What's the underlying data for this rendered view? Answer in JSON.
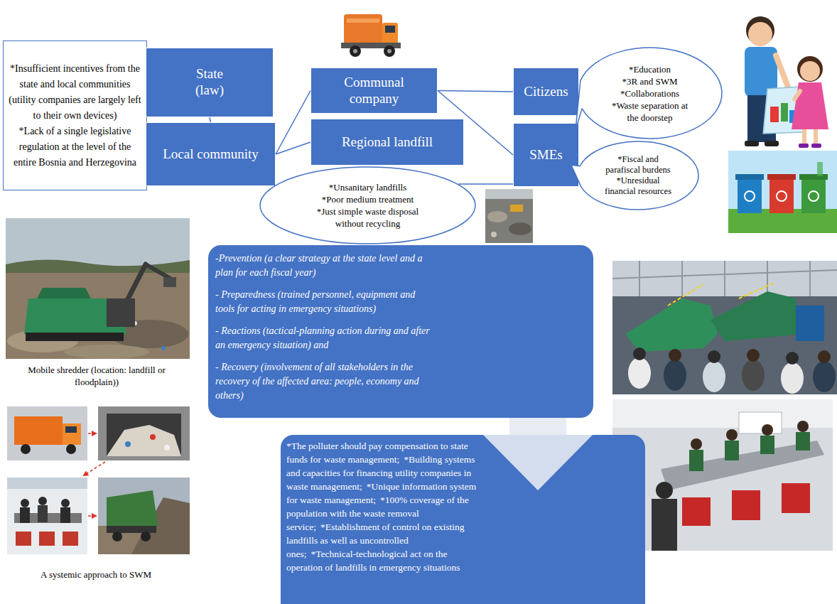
{
  "diagram": {
    "nodes": [
      {
        "text": [
          "*Insufficient incentives from the state and local communities (utility companies are largely left to their own devices)",
          "*Lack of a single legislative regulation at the level of the entire Bosnia and Herzegovina"
        ]
      },
      {
        "text": [
          "State (law)"
        ]
      },
      {
        "text": [
          "Local community"
        ]
      },
      {
        "text": [
          "Communal company"
        ]
      },
      {
        "text": [
          "Regional landfill"
        ]
      },
      {
        "text": [
          "*Unsanitary landfills",
          "*Poor medium treatment",
          "*Just simple waste disposal without recycling"
        ]
      },
      {
        "text": [
          "Citizens"
        ]
      },
      {
        "text": [
          "SMEs"
        ]
      },
      {
        "text": [
          "*Education",
          "*3R and SWM",
          "*Collaborations",
          "*Waste separation at the doorstep"
        ]
      },
      {
        "text": [
          "*Fiscal and parafiscal burdens",
          "*Unresidual financial resources"
        ]
      },
      {
        "text": [
          "-Prevention (a clear strategy at the state level and a plan for each fiscal year)",
          "- Preparedness (trained personnel, equipment and tools for acting in emergency situations)",
          "- Reactions (tactical-planning action during and after an emergency situation) and",
          "- Recovery (involvement of all stakeholders in the recovery of the affected area: people, economy and others)"
        ]
      },
      {
        "text": [
          "*The polluter should pay compensation to state funds for waste management;",
          "*Building systems and capacities for financing utility companies in waste management;",
          "*Unique information system for waste management;",
          "*100% coverage of the population with the waste removal service;",
          "*Establishment of control on existing landfills as well as uncontrolled ones;",
          "*Technical-technological act on the operation of landfills in emergency situations"
        ]
      }
    ],
    "edges": [
      {
        "from": 1,
        "to": 2,
        "arrow": "none"
      },
      {
        "from": 2,
        "to": 3,
        "arrow": "none"
      },
      {
        "from": 2,
        "to": 4,
        "arrow": "none"
      },
      {
        "from": 3,
        "to": 6,
        "arrow": "none"
      },
      {
        "from": 3,
        "to": 7,
        "arrow": "none"
      },
      {
        "from": 7,
        "to": 5,
        "arrow": "none"
      },
      {
        "from": 10,
        "to": 11,
        "arrow": "to"
      }
    ],
    "labels": [
      "Mobile shredder (location: landfill or floodplain))",
      "A systemic approach to SWM"
    ]
  }
}
